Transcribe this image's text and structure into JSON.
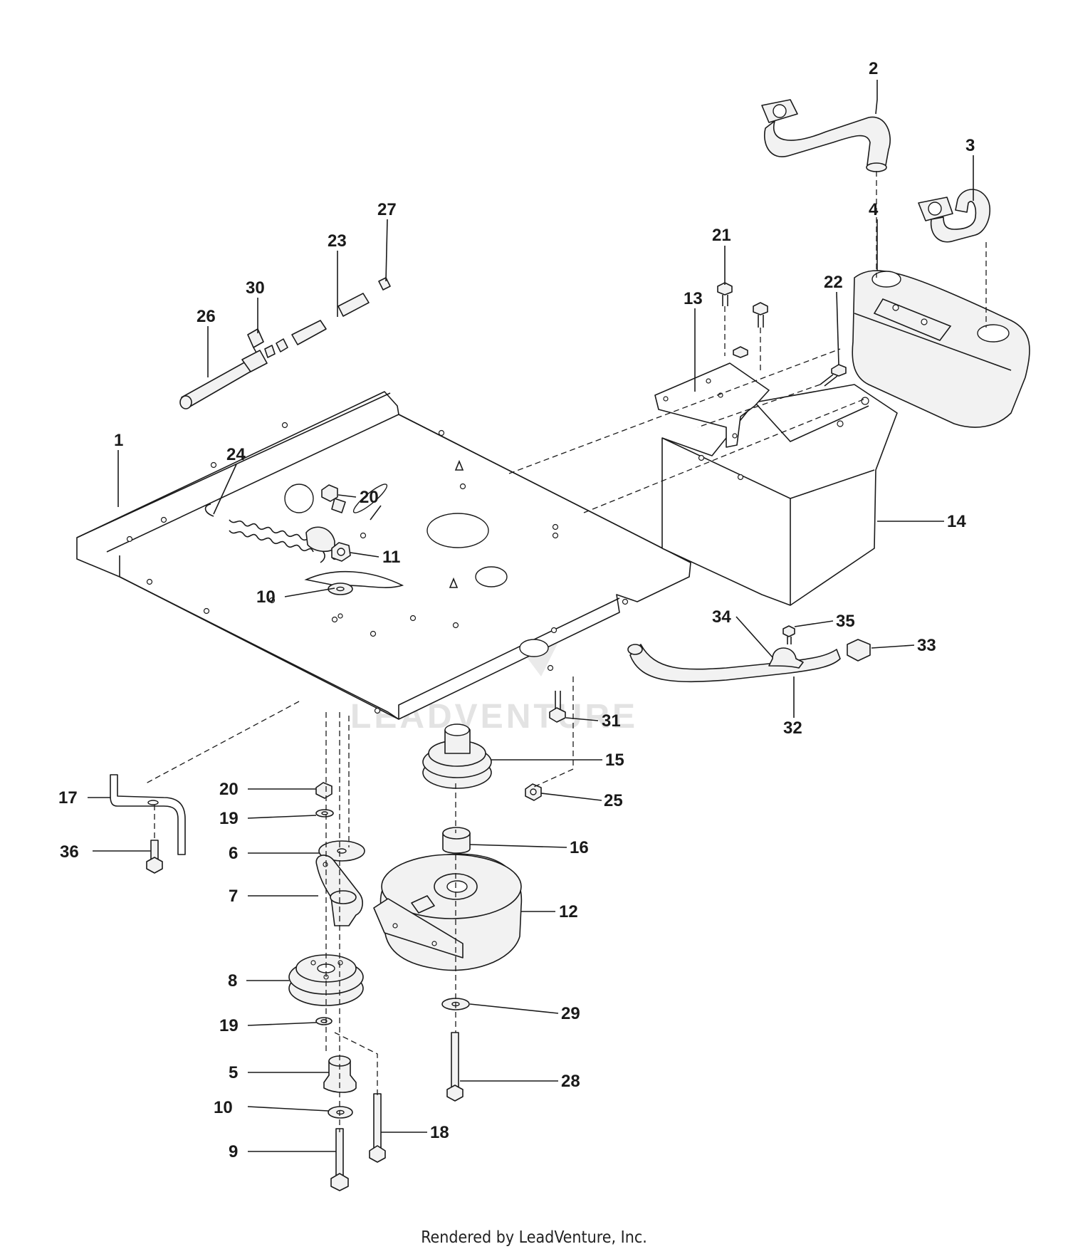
{
  "watermark": {
    "text": "LEADVENTURE"
  },
  "footer": {
    "text": "Rendered by LeadVenture, Inc."
  },
  "callouts": [
    "1",
    "2",
    "3",
    "4",
    "5",
    "6",
    "7",
    "8",
    "9",
    "10",
    "10",
    "11",
    "12",
    "13",
    "14",
    "15",
    "16",
    "17",
    "18",
    "19",
    "19",
    "20",
    "20",
    "21",
    "22",
    "23",
    "24",
    "25",
    "26",
    "27",
    "28",
    "29",
    "30",
    "31",
    "32",
    "33",
    "34",
    "35",
    "36"
  ],
  "colors": {
    "line": "#1a1a1a",
    "background": "#ffffff",
    "watermark": "#d9d9d9"
  }
}
